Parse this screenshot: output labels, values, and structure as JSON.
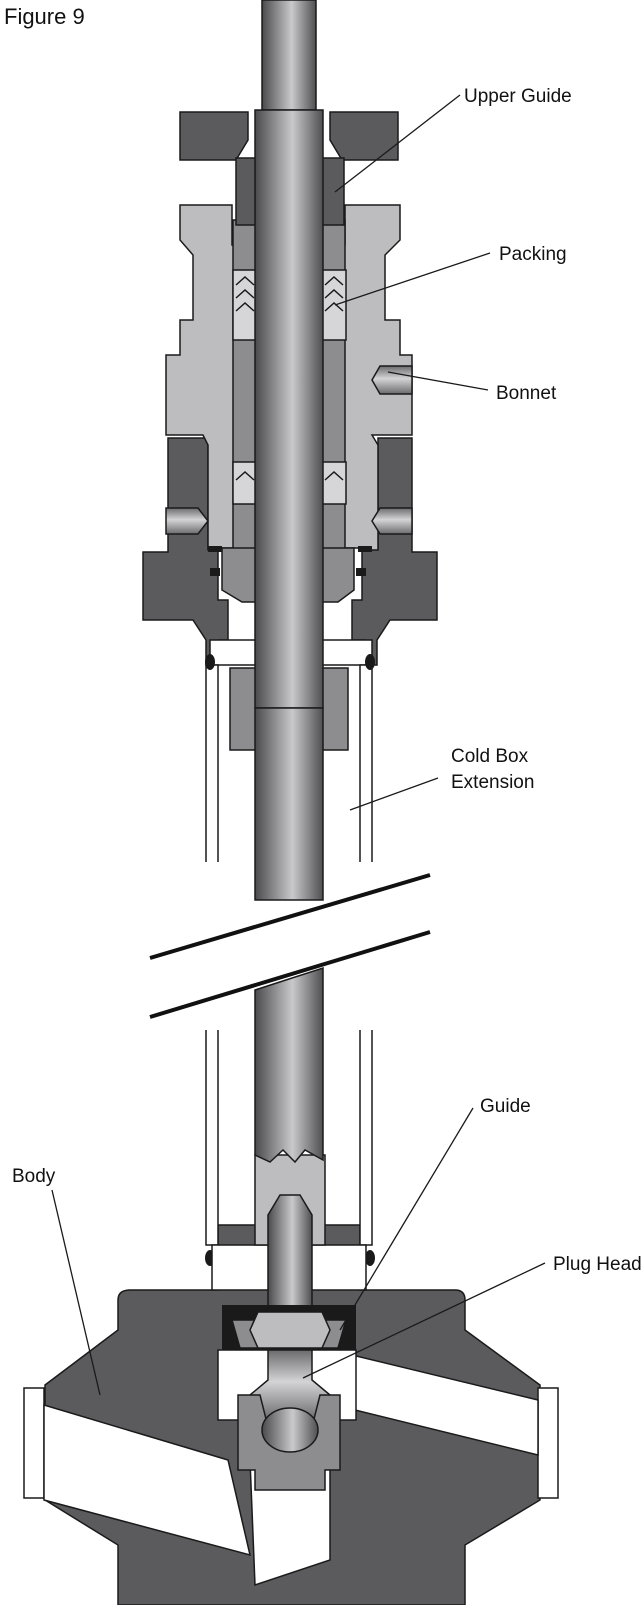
{
  "figure_title": "Figure 9",
  "labels": {
    "upper_guide": "Upper Guide",
    "packing": "Packing",
    "bonnet": "Bonnet",
    "cold_box_line1": "Cold Box",
    "cold_box_line2": "Extension",
    "guide": "Guide",
    "body": "Body",
    "plug_head": "Plug Head"
  },
  "colors": {
    "dark_metal": "#5b5b5e",
    "mid_metal": "#8d8d90",
    "light_metal": "#bdbdbf",
    "gasket": "#1a1a1a",
    "background": "#ffffff"
  }
}
